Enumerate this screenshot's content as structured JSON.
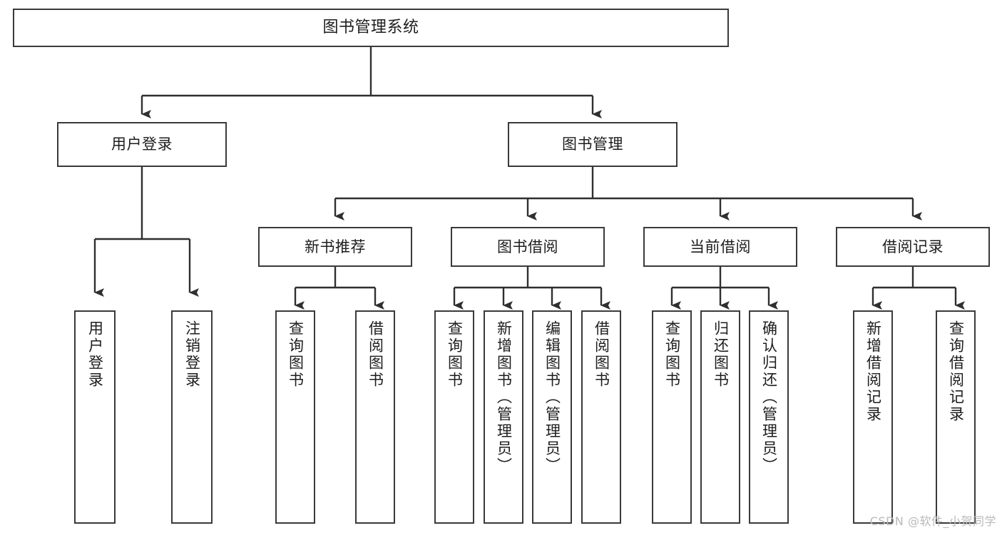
{
  "diagram": {
    "type": "tree",
    "title": "图书管理系统",
    "orientation": "top-down",
    "colors": {
      "stroke": "#3a3a3a",
      "fill": "#ffffff",
      "text": "#1d1d1d",
      "watermark": "#b9b9b9"
    },
    "watermark": "CSDN @软件_小贺同学"
  },
  "nodes": {
    "root": {
      "label": "图书管理系统"
    },
    "level2": [
      {
        "id": "user-login",
        "label": "用户登录"
      },
      {
        "id": "book-manage",
        "label": "图书管理"
      }
    ],
    "level3": [
      {
        "id": "new-book-recommend",
        "label": "新书推荐"
      },
      {
        "id": "book-borrow",
        "label": "图书借阅"
      },
      {
        "id": "current-borrow",
        "label": "当前借阅"
      },
      {
        "id": "borrow-record",
        "label": "借阅记录"
      }
    ],
    "leaves": {
      "user_login": [
        {
          "id": "leaf-user-login",
          "label": "用户登录"
        },
        {
          "id": "leaf-logout-login",
          "label": "注销登录"
        }
      ],
      "new_book_recommend": [
        {
          "id": "leaf-query-book-1",
          "label": "查询图书"
        },
        {
          "id": "leaf-borrow-book-1",
          "label": "借阅图书"
        }
      ],
      "book_borrow": [
        {
          "id": "leaf-query-book-2",
          "label": "查询图书"
        },
        {
          "id": "leaf-add-book",
          "label": "新增图书（管理员）"
        },
        {
          "id": "leaf-edit-book",
          "label": "编辑图书（管理员）"
        },
        {
          "id": "leaf-borrow-book-2",
          "label": "借阅图书"
        }
      ],
      "current_borrow": [
        {
          "id": "leaf-query-book-3",
          "label": "查询图书"
        },
        {
          "id": "leaf-return-book",
          "label": "归还图书"
        },
        {
          "id": "leaf-confirm-return",
          "label": "确认归还（管理员）"
        }
      ],
      "borrow_record": [
        {
          "id": "leaf-add-record",
          "label": "新增借阅记录"
        },
        {
          "id": "leaf-query-record",
          "label": "查询借阅记录"
        }
      ]
    }
  },
  "edges": [
    {
      "from": "图书管理系统",
      "to": "用户登录"
    },
    {
      "from": "图书管理系统",
      "to": "图书管理"
    },
    {
      "from": "用户登录",
      "to": "用户登录"
    },
    {
      "from": "用户登录",
      "to": "注销登录"
    },
    {
      "from": "图书管理",
      "to": "新书推荐"
    },
    {
      "from": "图书管理",
      "to": "图书借阅"
    },
    {
      "from": "图书管理",
      "to": "当前借阅"
    },
    {
      "from": "图书管理",
      "to": "借阅记录"
    },
    {
      "from": "新书推荐",
      "to": "查询图书"
    },
    {
      "from": "新书推荐",
      "to": "借阅图书"
    },
    {
      "from": "图书借阅",
      "to": "查询图书"
    },
    {
      "from": "图书借阅",
      "to": "新增图书（管理员）"
    },
    {
      "from": "图书借阅",
      "to": "编辑图书（管理员）"
    },
    {
      "from": "图书借阅",
      "to": "借阅图书"
    },
    {
      "from": "当前借阅",
      "to": "查询图书"
    },
    {
      "from": "当前借阅",
      "to": "归还图书"
    },
    {
      "from": "当前借阅",
      "to": "确认归还（管理员）"
    },
    {
      "from": "借阅记录",
      "to": "新增借阅记录"
    },
    {
      "from": "借阅记录",
      "to": "查询借阅记录"
    }
  ]
}
